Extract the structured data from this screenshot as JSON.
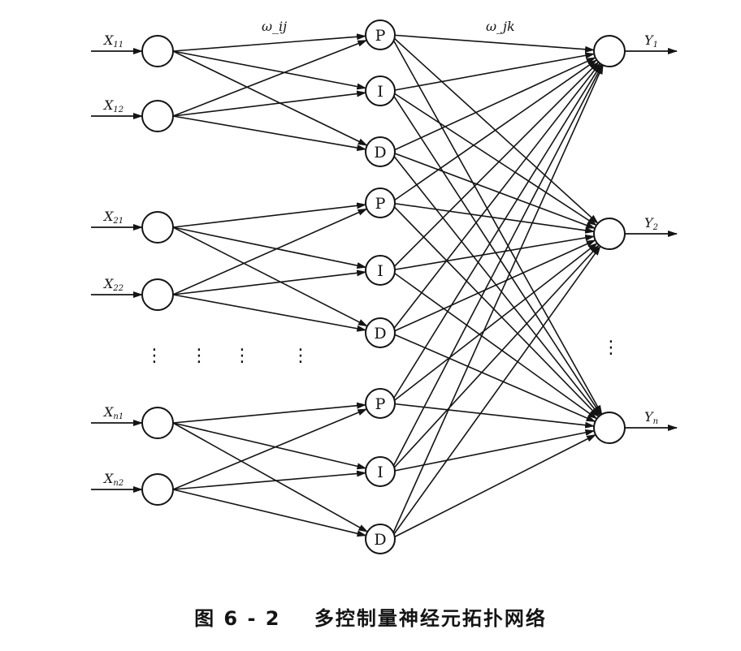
{
  "diagram": {
    "weight_labels": {
      "input_to_hidden": "ω_ij",
      "hidden_to_output": "ω_jk"
    },
    "input_layer": [
      {
        "id": "x11",
        "label_main": "X",
        "label_sub": "11",
        "group": 1
      },
      {
        "id": "x12",
        "label_main": "X",
        "label_sub": "12",
        "group": 1
      },
      {
        "id": "x21",
        "label_main": "X",
        "label_sub": "21",
        "group": 2
      },
      {
        "id": "x22",
        "label_main": "X",
        "label_sub": "22",
        "group": 2
      },
      {
        "id": "xn1",
        "label_main": "X",
        "label_sub": "n1",
        "group": 3
      },
      {
        "id": "xn2",
        "label_main": "X",
        "label_sub": "n2",
        "group": 3
      }
    ],
    "hidden_layer": [
      {
        "id": "p1",
        "label": "P",
        "group": 1
      },
      {
        "id": "i1",
        "label": "I",
        "group": 1
      },
      {
        "id": "d1",
        "label": "D",
        "group": 1
      },
      {
        "id": "p2",
        "label": "P",
        "group": 2
      },
      {
        "id": "i2",
        "label": "I",
        "group": 2
      },
      {
        "id": "d2",
        "label": "D",
        "group": 2
      },
      {
        "id": "p3",
        "label": "P",
        "group": 3
      },
      {
        "id": "i3",
        "label": "I",
        "group": 3
      },
      {
        "id": "d3",
        "label": "D",
        "group": 3
      }
    ],
    "output_layer": [
      {
        "id": "y1",
        "label_main": "Y",
        "label_sub": "1"
      },
      {
        "id": "y2",
        "label_main": "Y",
        "label_sub": "2"
      },
      {
        "id": "yn",
        "label_main": "Y",
        "label_sub": "n"
      }
    ],
    "ellipsis": "⋮",
    "colors": {
      "ink": "#141414",
      "background": "#ffffff"
    }
  },
  "caption": {
    "text": "图 6 - 2    多控制量神经元拓扑网络"
  }
}
